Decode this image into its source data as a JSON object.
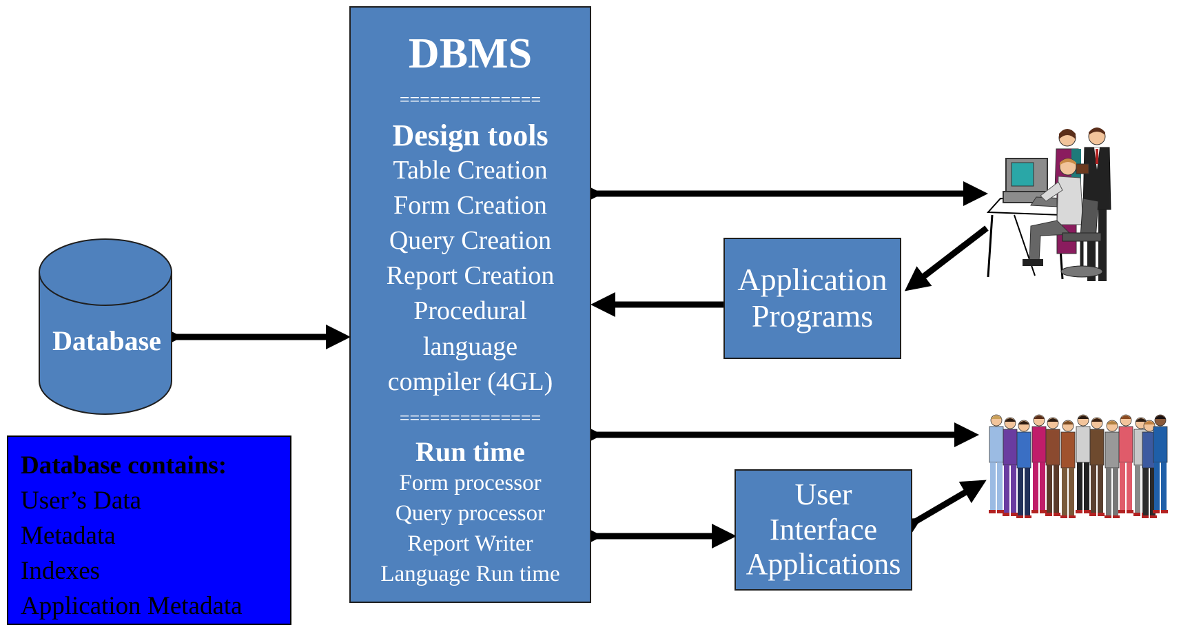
{
  "dbms": {
    "title": "DBMS",
    "separator_top": "==============",
    "separator_mid": "==============",
    "design_title": "Design tools",
    "design_items": [
      "Table Creation",
      "Form Creation",
      "Query Creation",
      "Report Creation",
      "Procedural",
      "language",
      "compiler (4GL)"
    ],
    "runtime_title": "Run time",
    "runtime_items": [
      "Form processor",
      "Query processor",
      "Report Writer",
      "Language Run time"
    ]
  },
  "database": {
    "label": "Database"
  },
  "application_programs": {
    "line1": "Application",
    "line2": "Programs"
  },
  "user_interface": {
    "line1": "User",
    "line2": "Interface",
    "line3": "Applications"
  },
  "contains": {
    "header": "Database contains:",
    "items": [
      "User’s Data",
      "Metadata",
      "Indexes",
      "Application Metadata"
    ]
  },
  "colors": {
    "box_fill": "#4f81bd",
    "contains_fill": "#0000ff",
    "arrow": "#000000"
  }
}
